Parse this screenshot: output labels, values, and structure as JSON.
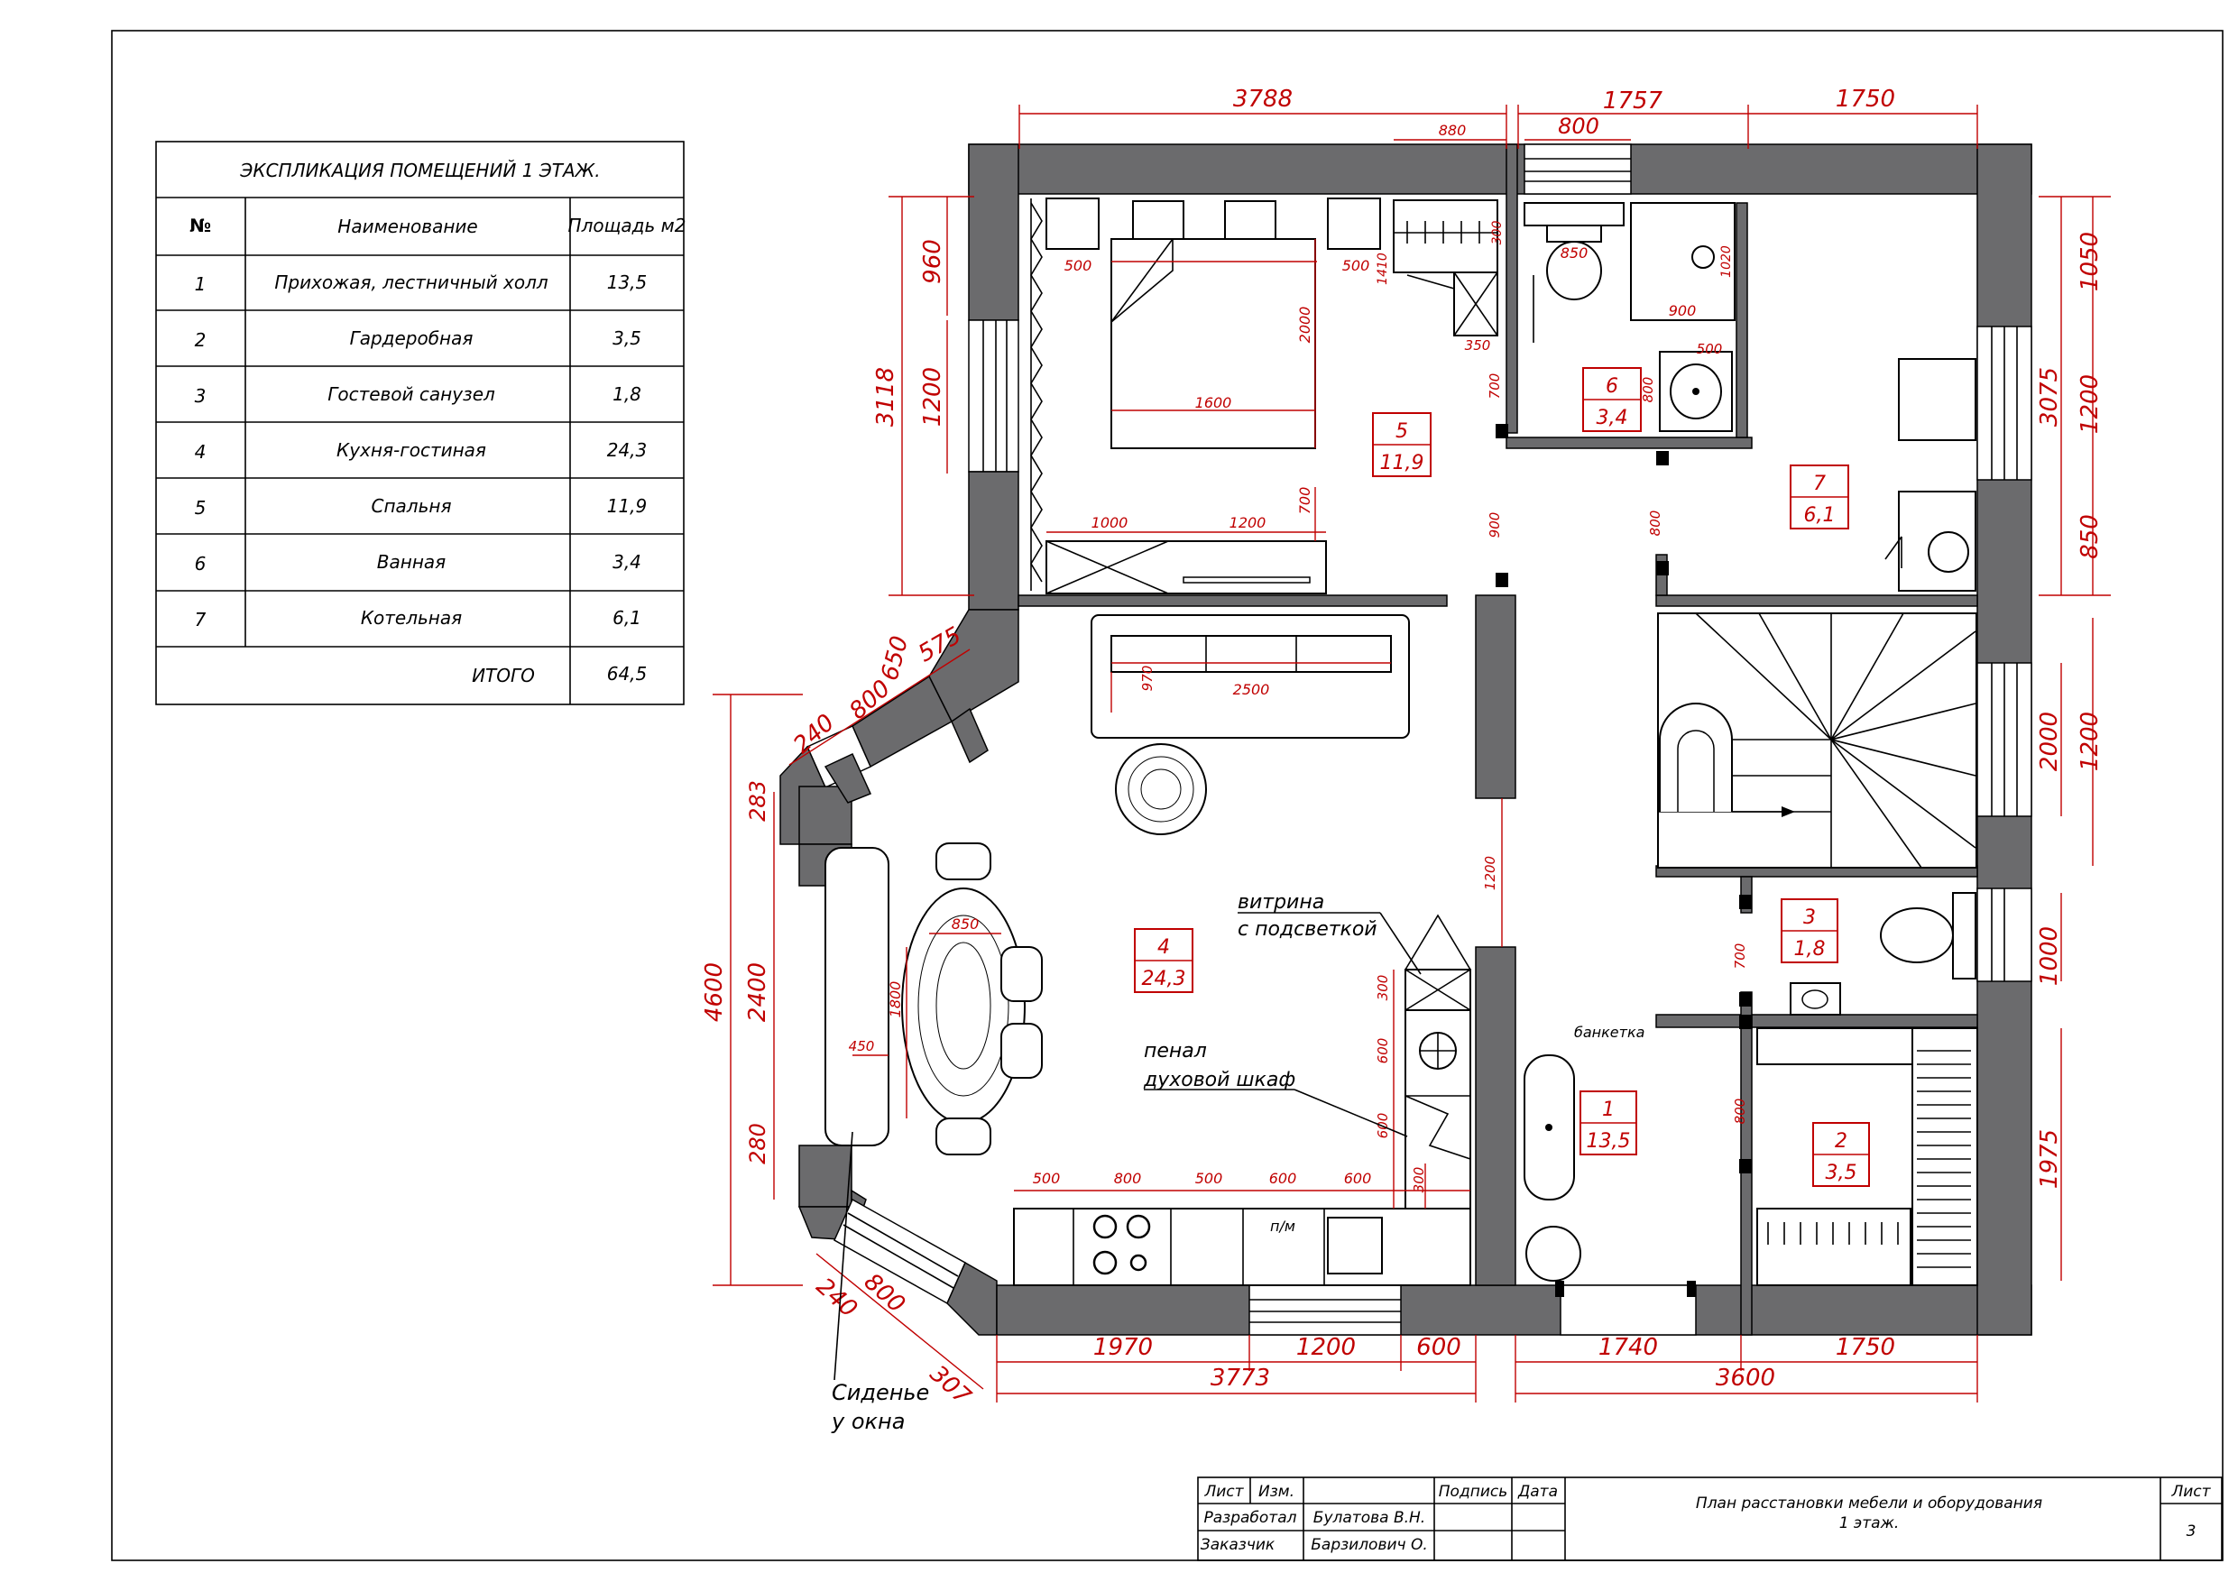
{
  "explication": {
    "title": "ЭКСПЛИКАЦИЯ ПОМЕЩЕНИЙ 1 ЭТАЖ.",
    "headers": [
      "№",
      "Наименование",
      "Площадь м2"
    ],
    "rows": [
      {
        "num": "1",
        "name": "Прихожая, лестничный холл",
        "area": "13,5"
      },
      {
        "num": "2",
        "name": "Гардеробная",
        "area": "3,5"
      },
      {
        "num": "3",
        "name": "Гостевой санузел",
        "area": "1,8"
      },
      {
        "num": "4",
        "name": "Кухня-гостиная",
        "area": "24,3"
      },
      {
        "num": "5",
        "name": "Спальня",
        "area": "11,9"
      },
      {
        "num": "6",
        "name": "Ванная",
        "area": "3,4"
      },
      {
        "num": "7",
        "name": "Котельная",
        "area": "6,1"
      }
    ],
    "total_label": "ИТОГО",
    "total_value": "64,5"
  },
  "rooms": [
    {
      "num": "1",
      "area": "13,5"
    },
    {
      "num": "2",
      "area": "3,5"
    },
    {
      "num": "3",
      "area": "1,8"
    },
    {
      "num": "4",
      "area": "24,3"
    },
    {
      "num": "5",
      "area": "11,9"
    },
    {
      "num": "6",
      "area": "3,4"
    },
    {
      "num": "7",
      "area": "6,1"
    }
  ],
  "dimensions_outer": {
    "top": [
      "3788",
      "1757",
      "1750"
    ],
    "top_inner": [
      "880",
      "800"
    ],
    "bottom": [
      "1970",
      "1200",
      "600",
      "1740",
      "1750"
    ],
    "bottom_total": [
      "3773",
      "3600"
    ],
    "left": [
      "3118",
      "960",
      "1200",
      "4600",
      "2400",
      "283",
      "280"
    ],
    "left_diag": [
      "240",
      "800",
      "650",
      "575",
      "240",
      "800",
      "307"
    ],
    "right": [
      "1050",
      "3075",
      "1200",
      "850",
      "2000",
      "1200",
      "1000",
      "1975"
    ]
  },
  "dimensions_inner": {
    "bedroom": [
      "500",
      "500",
      "1600",
      "2000",
      "1000",
      "1200",
      "700"
    ],
    "wardrobe": [
      "1410",
      "350",
      "300"
    ],
    "bath": [
      "850",
      "900",
      "800",
      "500",
      "1020"
    ],
    "living": [
      "970",
      "2500",
      "850",
      "1800",
      "450"
    ],
    "kitchen": [
      "500",
      "800",
      "500",
      "600",
      "600",
      "300",
      "600",
      "600",
      "300"
    ],
    "doors": [
      "700",
      "900",
      "800",
      "1200",
      "700",
      "800"
    ],
    "kitchen_label": "п/м"
  },
  "annotations": {
    "showcase": [
      "витрина",
      "с подсветкой"
    ],
    "oven": [
      "пенал",
      "духовой шкаф"
    ],
    "bench": "банкетка",
    "seat": [
      "Сиденье",
      "у окна"
    ]
  },
  "stamp": {
    "sheet_label": "Лист",
    "change_label": "Изм.",
    "sign_label": "Подпись",
    "date_label": "Дата",
    "developed_label": "Разработал",
    "developed_name": "Булатова В.Н.",
    "customer_label": "Заказчик",
    "customer_name": "Барзилович О.",
    "title_line1": "План расстановки мебели и оборудования",
    "title_line2": "1 этаж.",
    "list_label": "Лист",
    "list_value": "3"
  },
  "colors": {
    "wall": "#6b6b6d",
    "dimension": "#c00000",
    "line": "#000000"
  }
}
